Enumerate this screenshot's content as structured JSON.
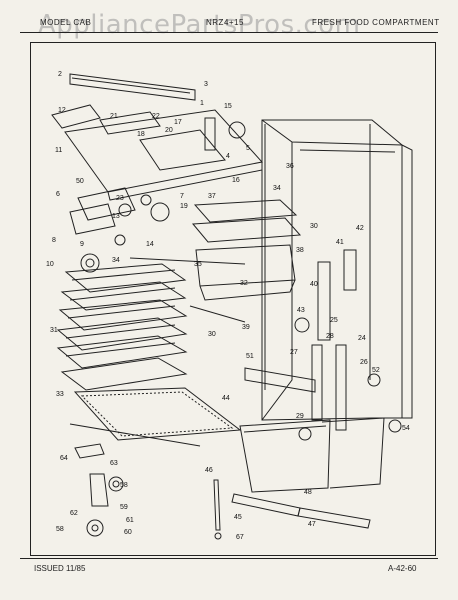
{
  "header": {
    "left": "MODEL CAB",
    "middle": "NRZ4+15",
    "right": "FRESH FOOD COMPARTMENT"
  },
  "watermark": "AppliancePartsPros.com",
  "footer": {
    "issued": "ISSUED 11/85",
    "code": "A-42-60"
  },
  "callouts": [
    "1",
    "2",
    "3",
    "4",
    "5",
    "6",
    "7",
    "8",
    "9",
    "10",
    "11",
    "12",
    "13",
    "14",
    "15",
    "16",
    "17",
    "18",
    "19",
    "20",
    "21",
    "22",
    "23",
    "24",
    "25",
    "26",
    "27",
    "28",
    "29",
    "30",
    "31",
    "32",
    "33",
    "34",
    "35",
    "36",
    "37",
    "38",
    "39",
    "40",
    "41",
    "42",
    "43",
    "44",
    "45",
    "46",
    "47",
    "48",
    "50",
    "51",
    "52",
    "54",
    "58",
    "59",
    "60",
    "61",
    "62",
    "63",
    "64",
    "67"
  ]
}
